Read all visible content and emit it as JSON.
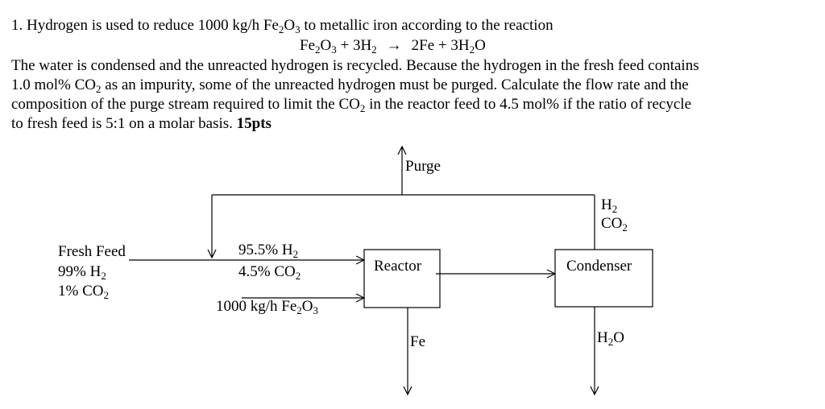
{
  "problem": {
    "line1_prefix": "1. Hydrogen is used to reduce 1000 kg/h Fe",
    "line1_sub1": "2",
    "line1_mid": "O",
    "line1_sub2": "3",
    "line1_suffix": " to metallic iron according to the reaction",
    "equation": {
      "lhs_a": "Fe",
      "lhs_a_sub1": "2",
      "lhs_a_mid": "O",
      "lhs_a_sub2": "3",
      "lhs_b": " + 3H",
      "lhs_b_sub": "2",
      "arrow": "→",
      "rhs_a": "2Fe + 3H",
      "rhs_a_sub": "2",
      "rhs_b": "O"
    },
    "line3": "The water is condensed and the unreacted hydrogen is recycled. Because the hydrogen in the fresh feed contains",
    "line4_prefix": "1.0 mol% CO",
    "line4_sub": "2",
    "line4_suffix": " as an impurity, some of the unreacted hydrogen must be purged. Calculate the flow rate and the",
    "line5_prefix": "composition of the purge stream required to limit the CO",
    "line5_sub": "2",
    "line5_suffix": " in the reactor feed to 4.5 mol% if the ratio of recycle",
    "line6_text": "to fresh feed is 5:1 on a molar basis. ",
    "line6_bold": "15pts"
  },
  "diagram": {
    "purge_label": "Purge",
    "recycle_h2": "H",
    "recycle_h2_sub": "2",
    "recycle_co2": "CO",
    "recycle_co2_sub": "2",
    "fresh_feed_title": "Fresh Feed",
    "fresh_h2": "99% H",
    "fresh_h2_sub": "2",
    "fresh_co2": "1% CO",
    "fresh_co2_sub": "2",
    "reactor_feed_h2": "95.5% H",
    "reactor_feed_h2_sub": "2",
    "reactor_feed_co2": "4.5% CO",
    "reactor_feed_co2_sub": "2",
    "ore_feed_prefix": "1000 kg/h Fe",
    "ore_feed_sub1": "2",
    "ore_feed_mid": "O",
    "ore_feed_sub2": "3",
    "reactor_label": "Reactor",
    "condenser_label": "Condenser",
    "fe_label": "Fe",
    "water_prefix": "H",
    "water_sub": "2",
    "water_suffix": "O"
  }
}
